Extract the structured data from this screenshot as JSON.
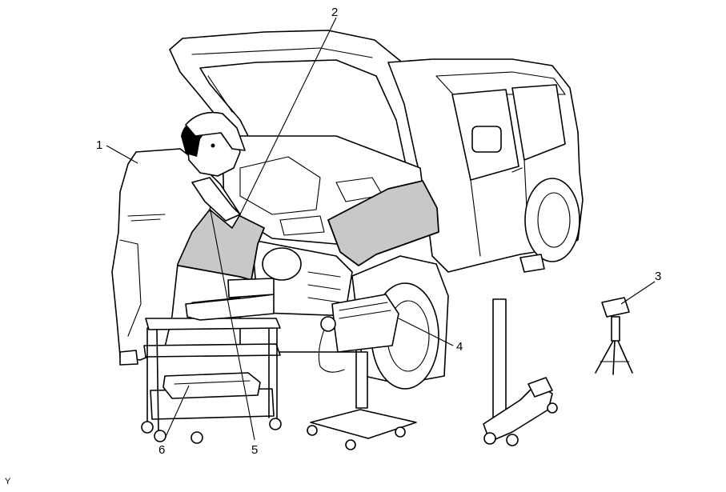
{
  "callouts": {
    "c1": "1",
    "c2": "2",
    "c3": "3",
    "c4": "4",
    "c5": "5",
    "c6": "6"
  },
  "corner_code": "Y"
}
